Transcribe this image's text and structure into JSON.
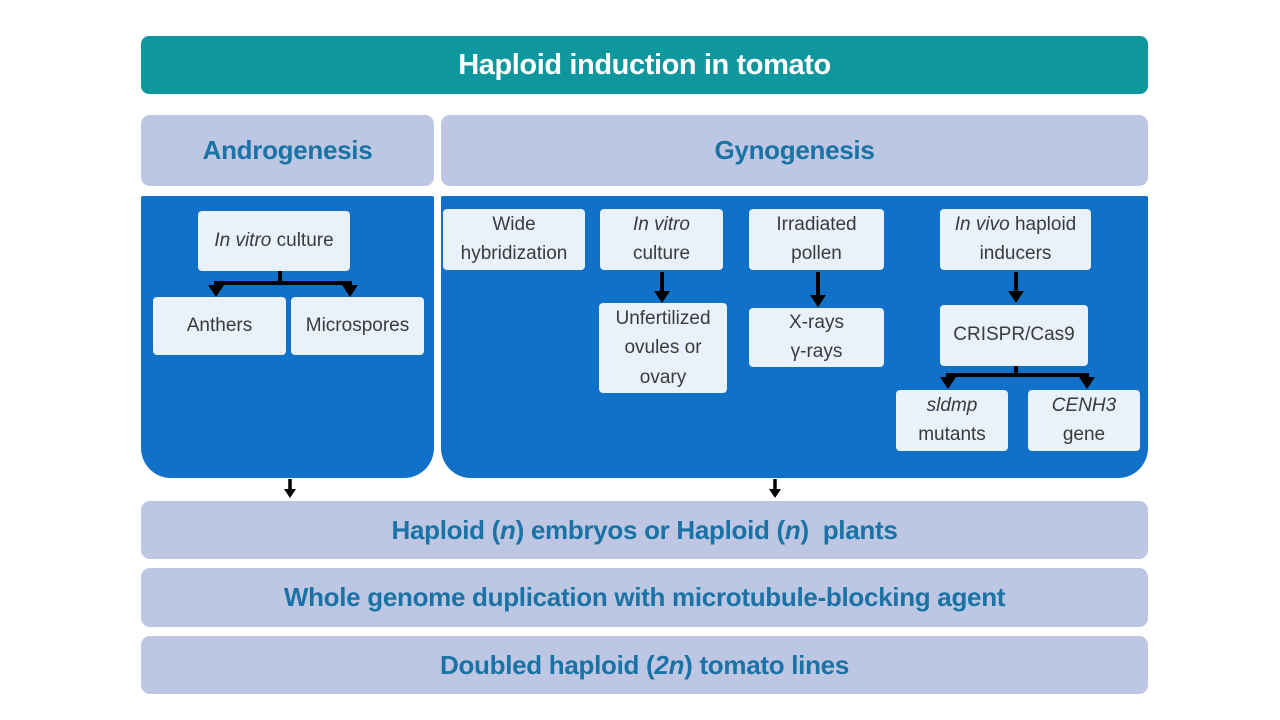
{
  "title": "Haploid induction in tomato",
  "colors": {
    "teal": "#0e989e",
    "blue": "#1170c8",
    "periwinkle": "#bdc7e4",
    "boxbg": "#e9f1fb",
    "headtext": "#1a73a4",
    "boxtext": "#3b3b3b",
    "arrow": "#000000"
  },
  "diagram": {
    "androgenesis": {
      "header": "Androgenesis",
      "root": {
        "runs": [
          {
            "t": "In vitro",
            "i": true
          },
          {
            "t": " culture"
          }
        ]
      },
      "anthers": "Anthers",
      "microspores": "Microspores"
    },
    "gynogenesis": {
      "header": "Gynogenesis",
      "columns": [
        {
          "top": {
            "runs": [
              {
                "t": "Wide"
              },
              {
                "br": true
              },
              {
                "t": "hybridization"
              }
            ]
          }
        },
        {
          "top": {
            "runs": [
              {
                "t": "In vitro",
                "i": true
              },
              {
                "br": true
              },
              {
                "t": "culture"
              }
            ]
          },
          "child": {
            "runs": [
              {
                "t": "Unfertilized"
              },
              {
                "br": true
              },
              {
                "t": "ovules or"
              },
              {
                "br": true
              },
              {
                "t": "ovary"
              }
            ]
          }
        },
        {
          "top": {
            "runs": [
              {
                "t": "Irradiated"
              },
              {
                "br": true
              },
              {
                "t": "pollen"
              }
            ]
          },
          "child": {
            "runs": [
              {
                "t": "X-rays"
              },
              {
                "br": true
              },
              {
                "t": "γ-rays"
              }
            ]
          }
        },
        {
          "top": {
            "runs": [
              {
                "t": "In vivo",
                "i": true
              },
              {
                "t": " haploid"
              },
              {
                "br": true
              },
              {
                "t": "inducers"
              }
            ]
          },
          "child": {
            "text": "CRISPR/Cas9"
          },
          "grandchildren": [
            {
              "runs": [
                {
                  "t": "sldmp",
                  "i": true
                },
                {
                  "br": true
                },
                {
                  "t": "mutants"
                }
              ]
            },
            {
              "runs": [
                {
                  "t": "CENH3",
                  "i": true
                },
                {
                  "br": true
                },
                {
                  "t": "gene"
                }
              ]
            }
          ]
        }
      ]
    }
  },
  "bars": [
    {
      "runs": [
        {
          "t": "Haploid ("
        },
        {
          "t": "n",
          "i": true
        },
        {
          "t": ") embryos or Haploid ("
        },
        {
          "t": "n",
          "i": true
        },
        {
          "t": ")  plants"
        }
      ]
    },
    {
      "text": "Whole genome duplication with microtubule-blocking agent"
    },
    {
      "runs": [
        {
          "t": "Doubled haploid ("
        },
        {
          "t": "2n",
          "i": true
        },
        {
          "t": ") tomato lines"
        }
      ]
    }
  ]
}
